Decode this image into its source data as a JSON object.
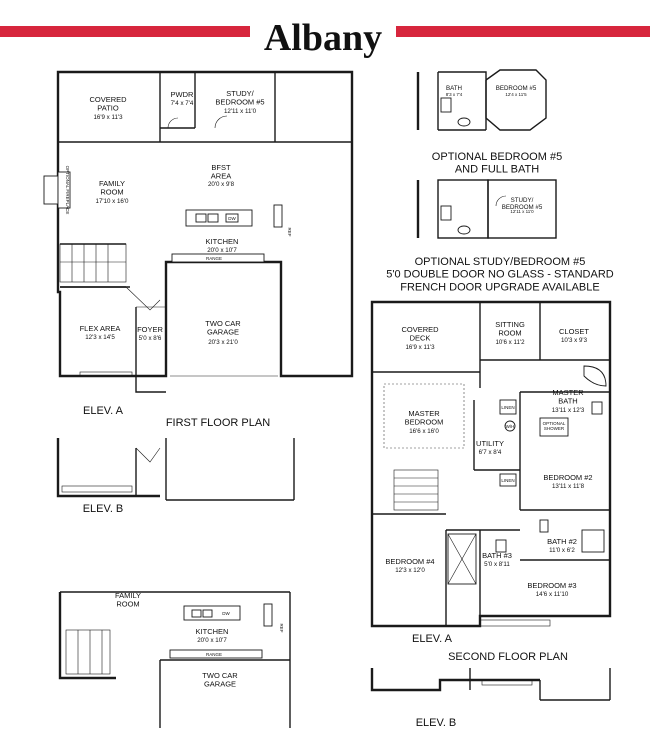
{
  "title": "Albany",
  "colors": {
    "accent_bar": "#d7263d",
    "line": "#1a1a1a"
  },
  "first_floor": {
    "caption": "FIRST FLOOR PLAN",
    "elev_a": "ELEV. A",
    "elev_b": "ELEV. B",
    "rooms": {
      "covered_patio": {
        "name": "COVERED\nPATIO",
        "dim": "16'9 x 11'3"
      },
      "pwdr": {
        "name": "PWDR",
        "dim": "7'4 x 7'4"
      },
      "study": {
        "name": "STUDY/\nBEDROOM #5",
        "dim": "12'11 x 11'0"
      },
      "family_room": {
        "name": "FAMILY\nROOM",
        "dim": "17'10 x 16'0"
      },
      "bfst": {
        "name": "BFST\nAREA",
        "dim": "20'0 x 9'8"
      },
      "kitchen": {
        "name": "KITCHEN",
        "dim": "20'0 x 10'7"
      },
      "flex": {
        "name": "FLEX AREA",
        "dim": "12'3 x 14'5"
      },
      "foyer": {
        "name": "FOYER",
        "dim": "5'0 x 8'6"
      },
      "garage": {
        "name": "TWO CAR\nGARAGE",
        "dim": "20'3 x 21'0"
      }
    },
    "fixtures": {
      "dw": "DW",
      "range": "RANGE",
      "ref": "REF",
      "fireplace": "OPTIONAL FIREPLACE"
    }
  },
  "option_bedroom5": {
    "caption": "OPTIONAL BEDROOM #5\nAND FULL BATH",
    "bath": {
      "name": "BATH",
      "dim": "8'3 x 7'4"
    },
    "bedroom": {
      "name": "BEDROOM #5",
      "dim": "12'4 x 11'5"
    }
  },
  "option_study": {
    "caption": "OPTIONAL STUDY/BEDROOM #5\n5'0 DOUBLE DOOR NO GLASS - STANDARD\nFRENCH DOOR UPGRADE AVAILABLE",
    "room": {
      "name": "STUDY/\nBEDROOM #5",
      "dim": "12'11 x 11'0"
    }
  },
  "alt_kitchen": {
    "family": "FAMILY\nROOM",
    "kitchen": {
      "name": "KITCHEN",
      "dim": "20'0 x 10'7"
    },
    "garage": "TWO CAR\nGARAGE",
    "range": "RANGE",
    "dw": "DW",
    "ref": "REF"
  },
  "second_floor": {
    "caption": "SECOND FLOOR PLAN",
    "elev_a": "ELEV. A",
    "elev_b": "ELEV. B",
    "rooms": {
      "covered_deck": {
        "name": "COVERED\nDECK",
        "dim": "16'9 x 11'3"
      },
      "sitting": {
        "name": "SITTING\nROOM",
        "dim": "10'6 x 11'2"
      },
      "closet": {
        "name": "CLOSET",
        "dim": "10'3 x 9'3"
      },
      "master_bath": {
        "name": "MASTER\nBATH",
        "dim": "13'11 x 12'3"
      },
      "master_bed": {
        "name": "MASTER\nBEDROOM",
        "dim": "16'6 x 16'0"
      },
      "utility": {
        "name": "UTILITY",
        "dim": "6'7 x 8'4"
      },
      "bedroom2": {
        "name": "BEDROOM #2",
        "dim": "13'11 x 11'8"
      },
      "bath2": {
        "name": "BATH #2",
        "dim": "11'0 x 6'2"
      },
      "bath3": {
        "name": "BATH #3",
        "dim": "5'0 x 8'11"
      },
      "bedroom4": {
        "name": "BEDROOM #4",
        "dim": "12'3 x 12'0"
      },
      "bedroom3": {
        "name": "BEDROOM #3",
        "dim": "14'6 x 11'10"
      }
    },
    "fixtures": {
      "linen": "LINEN",
      "wh": "W/H",
      "opt_shower": "OPTIONAL\nSHOWER"
    }
  }
}
